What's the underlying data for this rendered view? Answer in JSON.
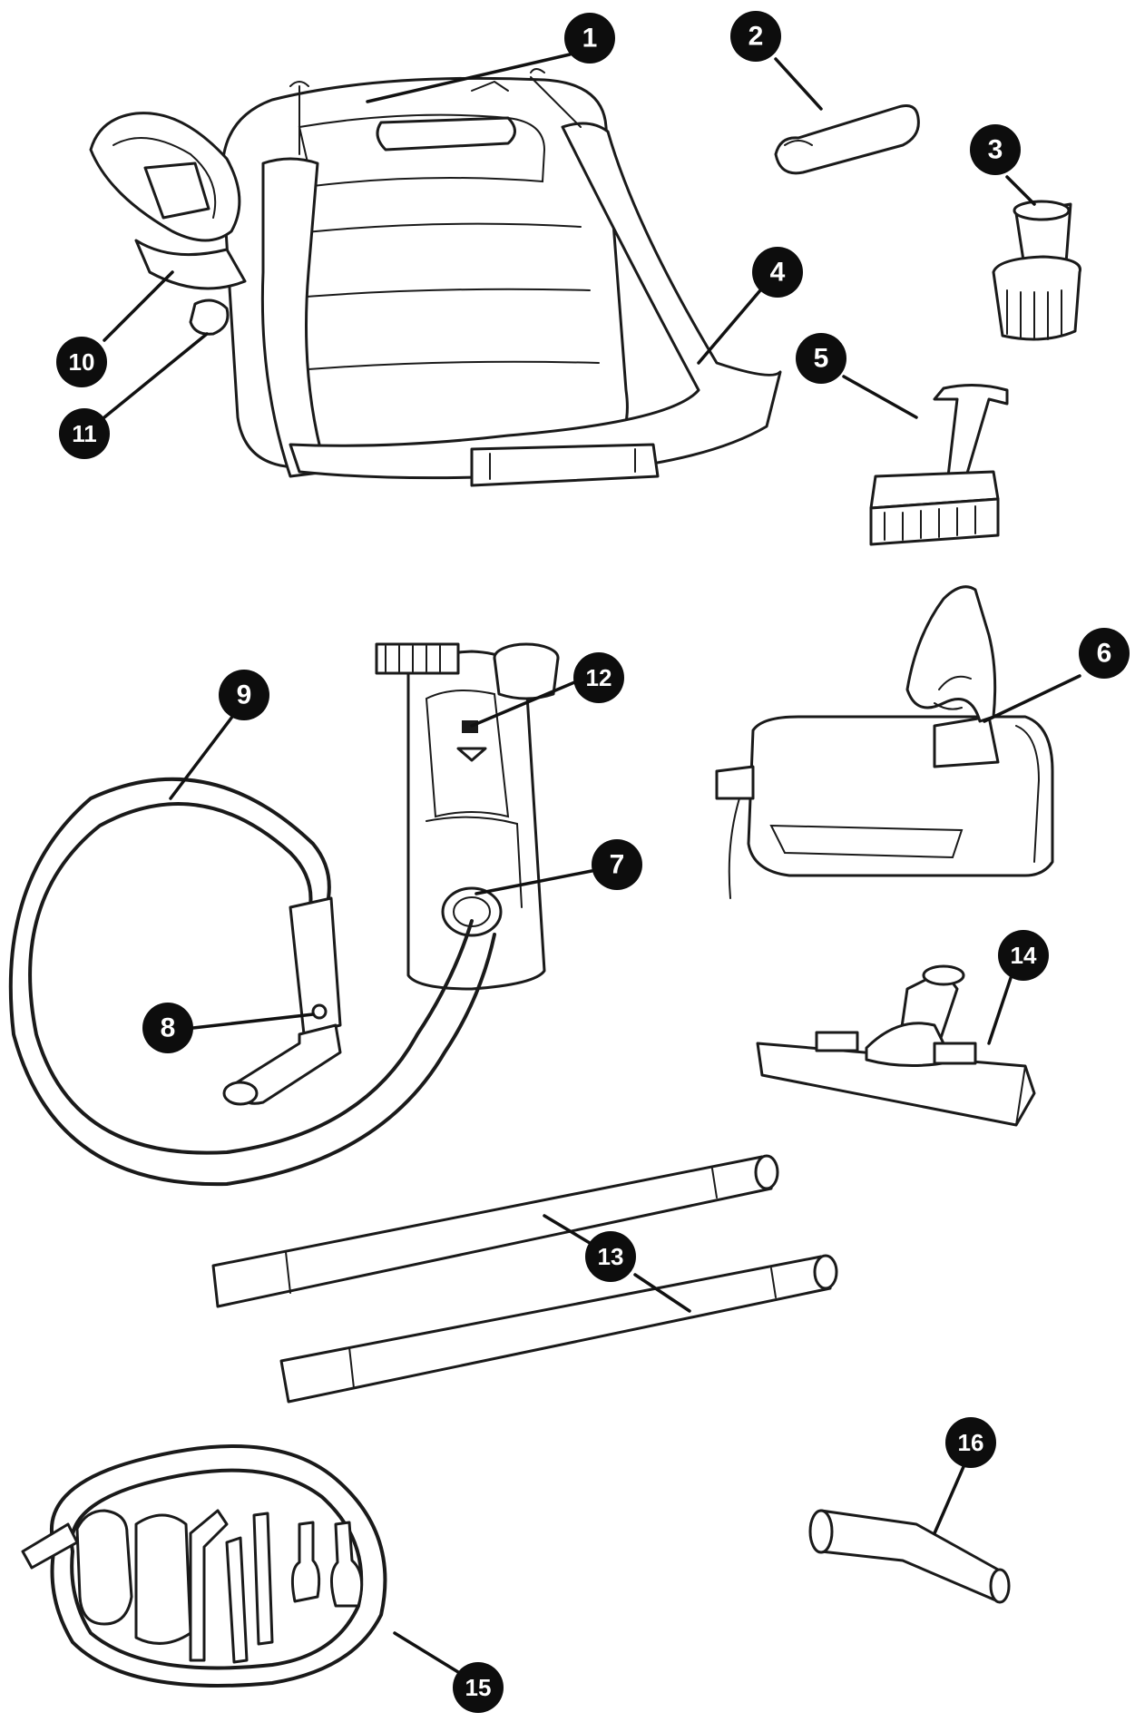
{
  "colors": {
    "line": "#1a1a1a",
    "callout_fill": "#0d0d0d",
    "callout_text": "#ffffff",
    "background": "#ffffff"
  },
  "callouts": [
    {
      "label": "1"
    },
    {
      "label": "2"
    },
    {
      "label": "3"
    },
    {
      "label": "4"
    },
    {
      "label": "5"
    },
    {
      "label": "6"
    },
    {
      "label": "7"
    },
    {
      "label": "8"
    },
    {
      "label": "9"
    },
    {
      "label": "10"
    },
    {
      "label": "11"
    },
    {
      "label": "12"
    },
    {
      "label": "13"
    },
    {
      "label": "14"
    },
    {
      "label": "15"
    },
    {
      "label": "16"
    }
  ]
}
